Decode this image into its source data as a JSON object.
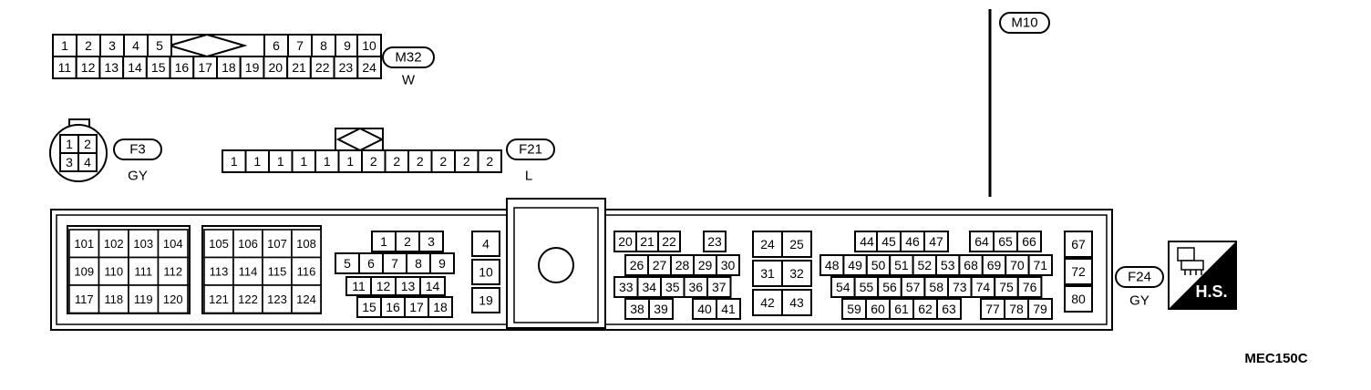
{
  "connectors": {
    "m32": {
      "id": "M32",
      "color": "W",
      "row1": [
        "1",
        "2",
        "3",
        "4",
        "5",
        "6",
        "7",
        "8",
        "9",
        "10"
      ],
      "row2": [
        "11",
        "12",
        "13",
        "14",
        "15",
        "16",
        "17",
        "18",
        "19",
        "20",
        "21",
        "22",
        "23",
        "24"
      ]
    },
    "f3": {
      "id": "F3",
      "color": "GY",
      "pins": [
        "1",
        "2",
        "3",
        "4"
      ]
    },
    "f21": {
      "id": "F21",
      "color": "L",
      "pins": [
        "1",
        "1",
        "1",
        "1",
        "1",
        "1",
        "2",
        "2",
        "2",
        "2",
        "2",
        "2"
      ]
    },
    "m10": {
      "id": "M10"
    },
    "f24": {
      "id": "F24",
      "color": "GY",
      "block_a": [
        [
          "101",
          "102",
          "103",
          "104"
        ],
        [
          "109",
          "110",
          "111",
          "112"
        ],
        [
          "117",
          "118",
          "119",
          "120"
        ]
      ],
      "block_b": [
        [
          "105",
          "106",
          "107",
          "108"
        ],
        [
          "113",
          "114",
          "115",
          "116"
        ],
        [
          "121",
          "122",
          "123",
          "124"
        ]
      ],
      "block_c_row1": [
        "1",
        "2",
        "3"
      ],
      "block_c_row2": [
        "5",
        "6",
        "7",
        "8",
        "9"
      ],
      "block_c_row3": [
        "11",
        "12",
        "13",
        "14"
      ],
      "block_c_row4": [
        "15",
        "16",
        "17",
        "18"
      ],
      "block_d": [
        "4",
        "10",
        "19"
      ],
      "block_e_row1": [
        "20",
        "21",
        "22",
        "23"
      ],
      "block_e_row2": [
        "26",
        "27",
        "28",
        "29",
        "30"
      ],
      "block_e_row3": [
        "33",
        "34",
        "35",
        "36",
        "37"
      ],
      "block_e_row4": [
        "38",
        "39",
        "40",
        "41"
      ],
      "block_f": [
        [
          "24",
          "25"
        ],
        [
          "31",
          "32"
        ],
        [
          "42",
          "43"
        ]
      ],
      "block_g_row1": [
        "44",
        "45",
        "46",
        "47",
        "64",
        "65",
        "66"
      ],
      "block_g_row2": [
        "48",
        "49",
        "50",
        "51",
        "52",
        "53",
        "68",
        "69",
        "70",
        "71"
      ],
      "block_g_row3": [
        "54",
        "55",
        "56",
        "57",
        "58",
        "73",
        "74",
        "75",
        "76"
      ],
      "block_g_row4": [
        "59",
        "60",
        "61",
        "62",
        "63",
        "77",
        "78",
        "79"
      ],
      "block_h": [
        "67",
        "72",
        "80"
      ]
    }
  },
  "badge": {
    "label": "H.S."
  },
  "figure_code": "MEC150C"
}
